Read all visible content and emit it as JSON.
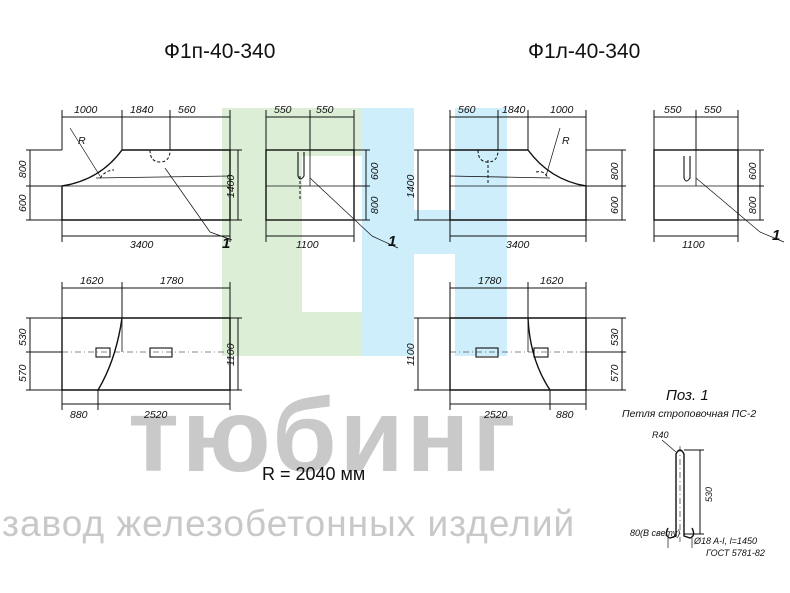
{
  "titles": {
    "left": "Ф1п-40-340",
    "right": "Ф1л-40-340"
  },
  "radius_note": "R = 2040 мм",
  "watermark": {
    "main": "тюбинг",
    "sub": "завод железобетонных изделий"
  },
  "colors": {
    "line": "#111111",
    "wm_green": "#dcefd6",
    "wm_blue": "#cdeefa",
    "wm_text": "#c9c9c9"
  },
  "dims": {
    "left_front_top": [
      "1000",
      "1840",
      "560"
    ],
    "left_front_left": [
      "800",
      "600"
    ],
    "left_front_right": "1400",
    "left_front_bottom": "3400",
    "left_front_r": "R",
    "left_side_top": [
      "550",
      "550"
    ],
    "left_side_right": [
      "600",
      "800"
    ],
    "left_side_bottom": "1100",
    "left_plan_top": [
      "1620",
      "1780"
    ],
    "left_plan_left": [
      "530",
      "570"
    ],
    "left_plan_right": "1100",
    "left_plan_bottom": [
      "880",
      "2520"
    ],
    "right_front_top": [
      "560",
      "1840",
      "1000"
    ],
    "right_front_left": "1400",
    "right_front_right": [
      "800",
      "600"
    ],
    "right_front_bottom": "3400",
    "right_front_r": "R",
    "right_side_top": [
      "550",
      "550"
    ],
    "right_side_right": [
      "600",
      "800"
    ],
    "right_side_bottom": "1100",
    "right_plan_top": [
      "1780",
      "1620"
    ],
    "right_plan_left": "1100",
    "right_plan_right": [
      "530",
      "570"
    ],
    "right_plan_bottom": [
      "2520",
      "880"
    ],
    "callout": "1"
  },
  "detail": {
    "title": "Поз. 1",
    "subtitle": "Петля строповочная ПС-2",
    "r_label": "R40",
    "height": "530",
    "width_note": "80(В свету)",
    "bar_spec": "Ø18 A-I, l=1450",
    "standard": "ГОСТ 5781-82"
  }
}
